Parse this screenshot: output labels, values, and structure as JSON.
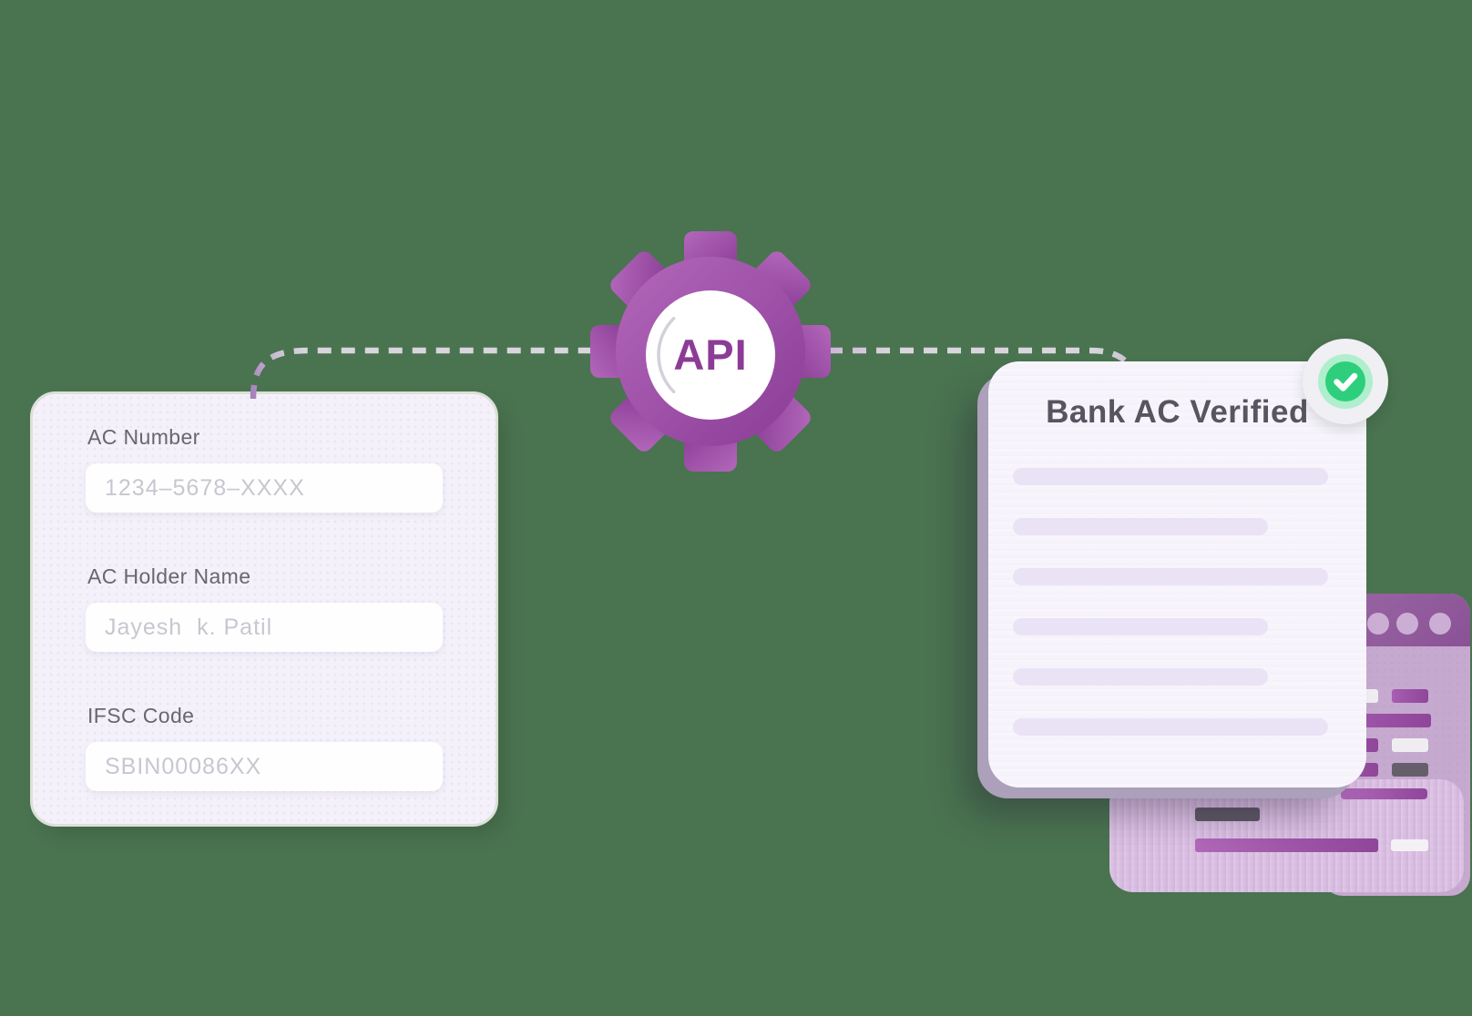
{
  "scene": {
    "background_color": "#4A7350",
    "description": "Bank account verification flow illustration"
  },
  "form_card": {
    "fields": [
      {
        "label": "AC Number",
        "placeholder": "1234–5678–XXXX"
      },
      {
        "label": "AC Holder Name",
        "placeholder": "Jayesh  k. Patil"
      },
      {
        "label": "IFSC Code",
        "placeholder": "SBIN00086XX"
      }
    ]
  },
  "api_gear": {
    "label": "API",
    "gear_color_start": "#B368BB",
    "gear_color_end": "#8A3C95",
    "label_color": "#8C3C96"
  },
  "connector": {
    "style": "dashed",
    "color": "#D8D5DC"
  },
  "result_card": {
    "title": "Bank AC Verified",
    "bar_color": "#EAE3F6",
    "bars": [
      "long",
      "short",
      "long",
      "short",
      "short",
      "long"
    ]
  },
  "verified_badge": {
    "icon": "check",
    "green": "#2ECF7C",
    "ring": "#AFEFCD",
    "halo": "#F0EFF4"
  },
  "browser_window": {
    "header_color": "#94629F",
    "body_color": "#C6A9CF",
    "dot_color": "#CCAED5",
    "dots": 3,
    "rows": [
      [
        "stub light",
        "cell purple"
      ],
      [
        "wide purple"
      ],
      [
        "stub purple",
        "cell light"
      ],
      [
        "stub purple",
        "cell dark"
      ]
    ]
  },
  "back_panel": {
    "color": "#D9BFE1",
    "bars": [
      "thin-light",
      "accent",
      "darkbar",
      "longbar",
      "whitebar"
    ]
  }
}
